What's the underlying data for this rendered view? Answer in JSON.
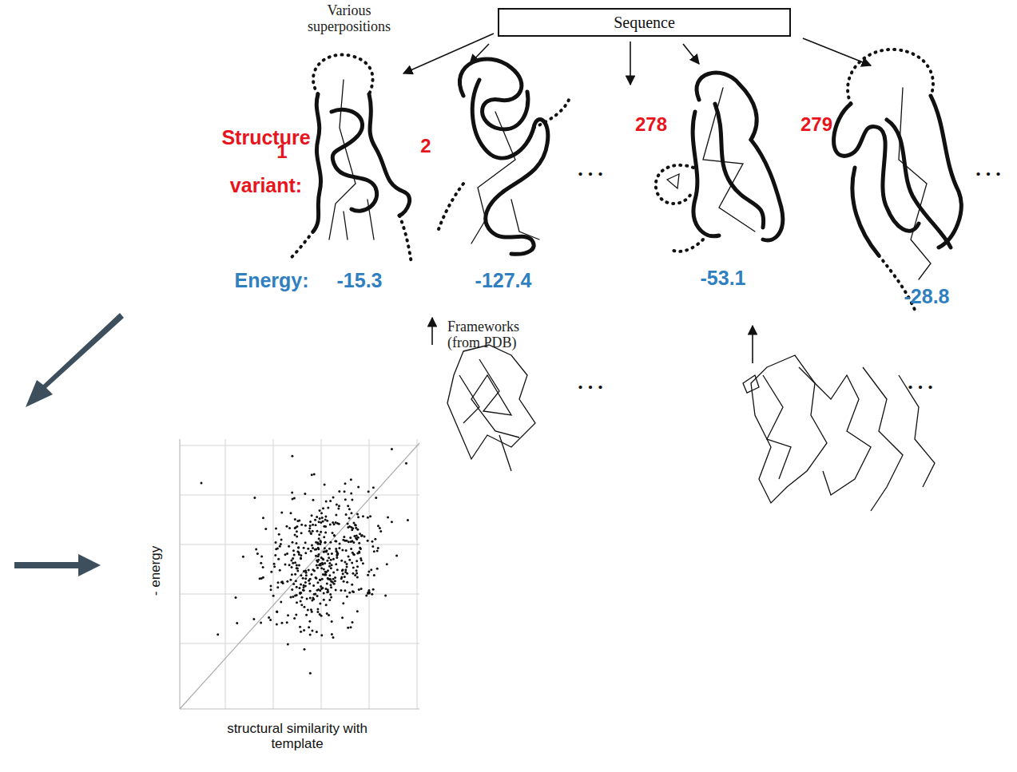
{
  "diagram": {
    "nodes": [
      {
        "text": [
          "Sequence"
        ]
      }
    ],
    "edges": [],
    "labels": [
      "Various superpositions",
      "Structure variant:",
      "1",
      "2",
      "278",
      "279",
      "Energy:",
      "-15.3",
      "-127.4",
      "-53.1",
      "-28.8",
      "Frameworks (from PDB)",
      "...",
      "...",
      "...",
      "...",
      "- energy",
      "structural similarity with template"
    ]
  }
}
